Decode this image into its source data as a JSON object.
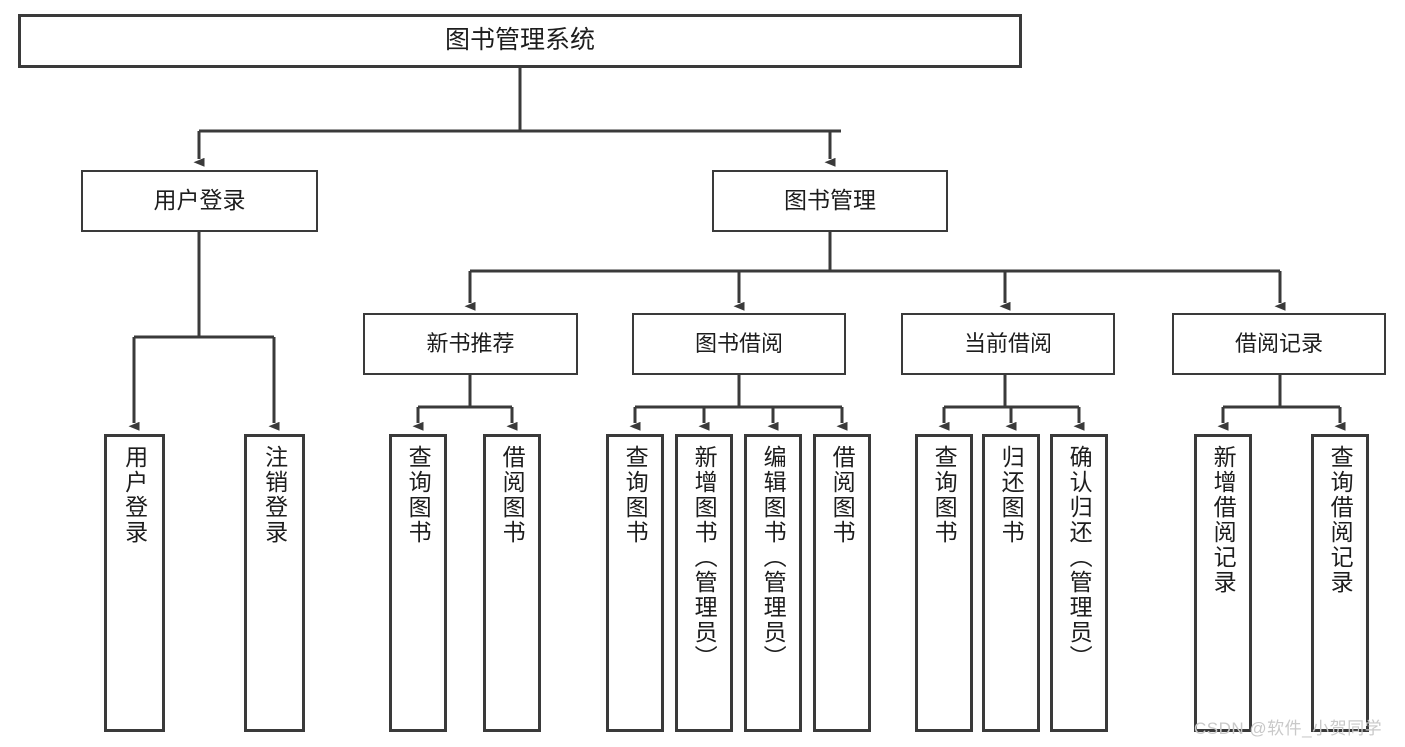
{
  "diagram": {
    "type": "tree-hierarchy-chart",
    "title": "图书管理系统",
    "line_color": "#3a3a3a",
    "box_fill": "#ffffff",
    "text_color": "#1d1d1d",
    "nodes": {
      "root": {
        "label": "图书管理系统"
      },
      "level2": [
        {
          "id": "user-login",
          "label": "用户登录"
        },
        {
          "id": "book-management",
          "label": "图书管理"
        }
      ],
      "level3": [
        {
          "id": "new-book-recommend",
          "label": "新书推荐"
        },
        {
          "id": "book-borrow",
          "label": "图书借阅"
        },
        {
          "id": "current-borrow",
          "label": "当前借阅"
        },
        {
          "id": "borrow-record",
          "label": "借阅记录"
        }
      ],
      "leaves": [
        {
          "id": "leaf-user-login",
          "label": "用户登录"
        },
        {
          "id": "leaf-logout-login",
          "label": "注销登录"
        },
        {
          "id": "leaf-query-book-1",
          "label": "查询图书"
        },
        {
          "id": "leaf-borrow-book-1",
          "label": "借阅图书"
        },
        {
          "id": "leaf-query-book-2",
          "label": "查询图书"
        },
        {
          "id": "leaf-add-book-admin",
          "label": "新增图书（管理员）"
        },
        {
          "id": "leaf-edit-book-admin",
          "label": "编辑图书（管理员）"
        },
        {
          "id": "leaf-borrow-book-2",
          "label": "借阅图书"
        },
        {
          "id": "leaf-query-book-3",
          "label": "查询图书"
        },
        {
          "id": "leaf-return-book",
          "label": "归还图书"
        },
        {
          "id": "leaf-confirm-return-admin",
          "label": "确认归还（管理员）"
        },
        {
          "id": "leaf-add-borrow-record",
          "label": "新增借阅记录"
        },
        {
          "id": "leaf-query-borrow-record",
          "label": "查询借阅记录"
        }
      ]
    }
  },
  "watermark": {
    "text": "CSDN @软件_小贺同学",
    "color": "#c9c9c9"
  }
}
